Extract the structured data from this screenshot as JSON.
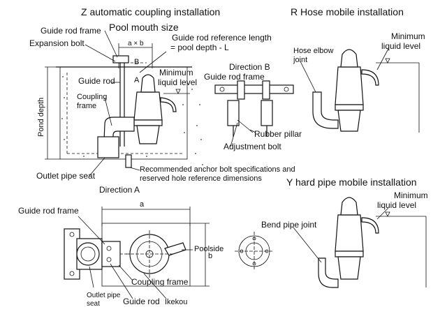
{
  "titles": {
    "z_install": "Z automatic coupling installation",
    "r_install": "R  Hose mobile installation",
    "y_install": "Y hard pipe mobile installation"
  },
  "z_labels": {
    "pool_mouth_size": "Pool mouth size",
    "guide_rod_frame": "Guide rod frame",
    "expansion_bolt": "Expansion bolt",
    "axb": "a × b",
    "b_mark": "B",
    "a_mark": "A",
    "guide_rod_ref_1": "Guide rod reference length",
    "guide_rod_ref_2": "= pool depth - L",
    "guide_rod": "Guide rod",
    "min_liquid_1": "Minimum",
    "min_liquid_2": "liquid level",
    "coupling_frame_1": "Coupling",
    "coupling_frame_2": "frame",
    "pond_depth": "Pond depth",
    "outlet_pipe_seat": "Outlet pipe seat",
    "direction_a": "Direction A",
    "anchor_1": "Recommended anchor bolt specifications and",
    "anchor_2": "reserved hole reference dimensions"
  },
  "b_labels": {
    "direction_b": "Direction B",
    "guide_rod_frame": "Guide rod frame",
    "rubber_pillar": "Rubber pillar",
    "adjustment_bolt": "Adjustment bolt"
  },
  "r_labels": {
    "hose_elbow_1": "Hose elbow",
    "hose_elbow_2": "joint",
    "min_liquid_1": "Minimum",
    "min_liquid_2": "liquid level"
  },
  "y_labels": {
    "min_liquid_1": "Minimum",
    "min_liquid_2": "liquid level",
    "bend_pipe_joint": "Bend pipe joint"
  },
  "plan_labels": {
    "guide_rod_frame": "Guide rod frame",
    "a_dim": "a",
    "b_dim": "b",
    "poolside": "Poolside",
    "coupling_frame": "Coupling frame",
    "outlet_pipe_1": "Outlet pipe",
    "outlet_pipe_2": "seat",
    "guide_rod": "Guide rod",
    "ikekou": "Ikekou"
  }
}
